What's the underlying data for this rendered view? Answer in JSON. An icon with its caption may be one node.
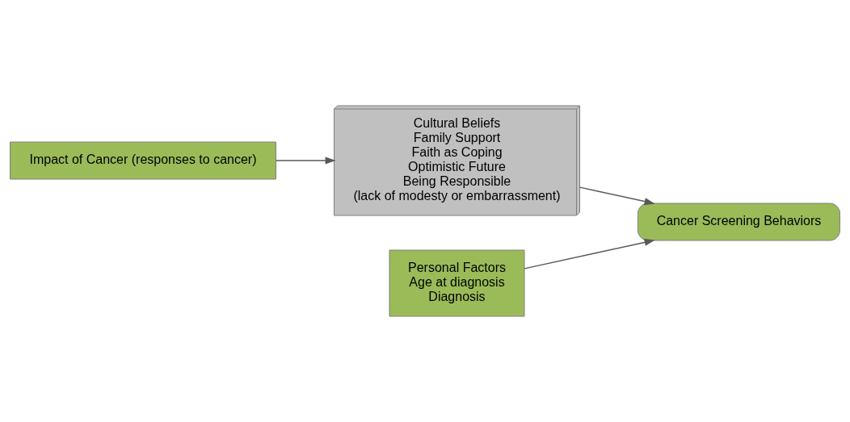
{
  "diagram": {
    "nodes": [
      {
        "text": [
          "Impact of Cancer (responses to cancer)"
        ]
      },
      {
        "text": [
          "Cultural Beliefs",
          "Family Support",
          "Faith as Coping",
          "Optimistic Future",
          "Being Responsible",
          "(lack of modesty or embarrassment)"
        ]
      },
      {
        "text": [
          "Cancer Screening Behaviors"
        ]
      },
      {
        "text": [
          "Personal Factors",
          "Age at diagnosis",
          "Diagnosis"
        ]
      }
    ],
    "edges": [
      {
        "from": 0,
        "to": 1,
        "arrow": "to"
      },
      {
        "from": 1,
        "to": 2,
        "arrow": "to"
      },
      {
        "from": 3,
        "to": 2,
        "arrow": "to"
      }
    ]
  }
}
